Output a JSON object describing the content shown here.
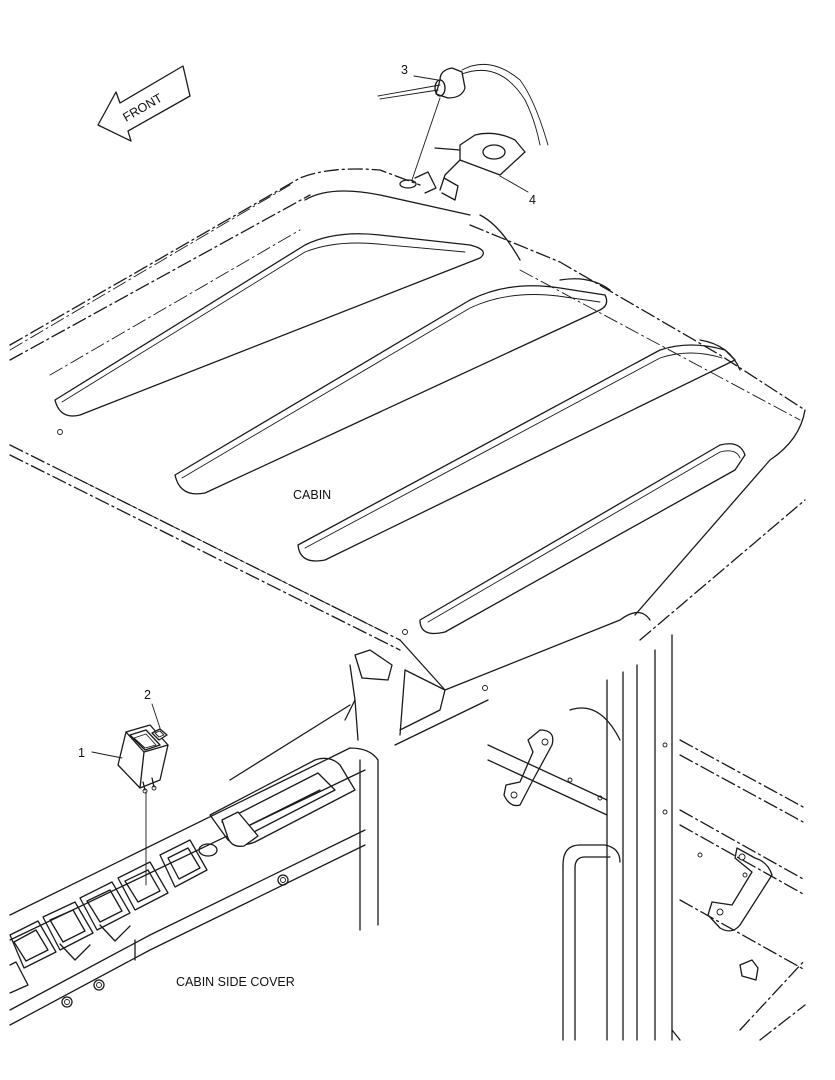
{
  "labels": {
    "front": "FRONT",
    "cabin": "CABIN",
    "cabin_side_cover": "CABIN SIDE COVER"
  },
  "callouts": [
    "1",
    "2",
    "3",
    "4"
  ]
}
